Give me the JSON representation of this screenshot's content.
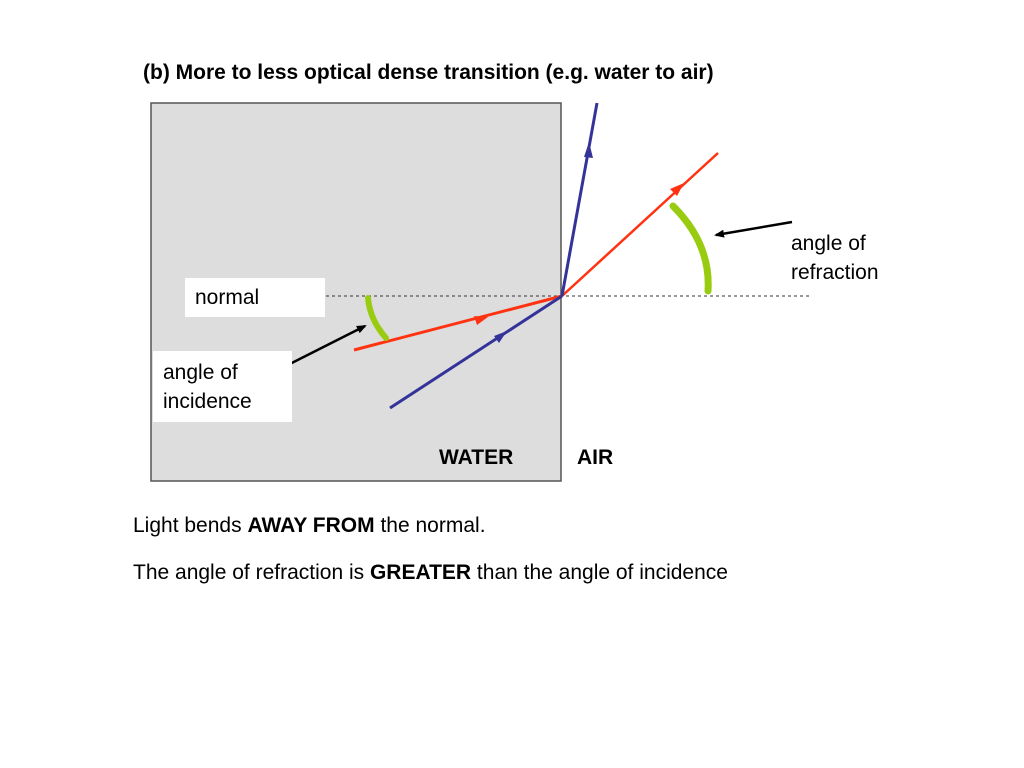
{
  "title": "(b) More to less optical dense transition (e.g. water to air)",
  "labels": {
    "normal": "normal",
    "incidence_line1": "angle of",
    "incidence_line2": "incidence",
    "refraction_line1": "angle of",
    "refraction_line2": "refraction",
    "medium_water": "WATER",
    "medium_air": "AIR"
  },
  "captions": {
    "line1_pre": "Light bends ",
    "line1_bold": "AWAY FROM",
    "line1_post": " the normal.",
    "line2_pre": "The angle of refraction is ",
    "line2_bold": "GREATER",
    "line2_post": " than the angle of incidence"
  },
  "colors": {
    "water_fill": "#dddddd",
    "red_ray": "#ff3311",
    "blue_ray": "#333399",
    "angle_arc": "#99cc11",
    "pointer_arrow": "#000000"
  }
}
